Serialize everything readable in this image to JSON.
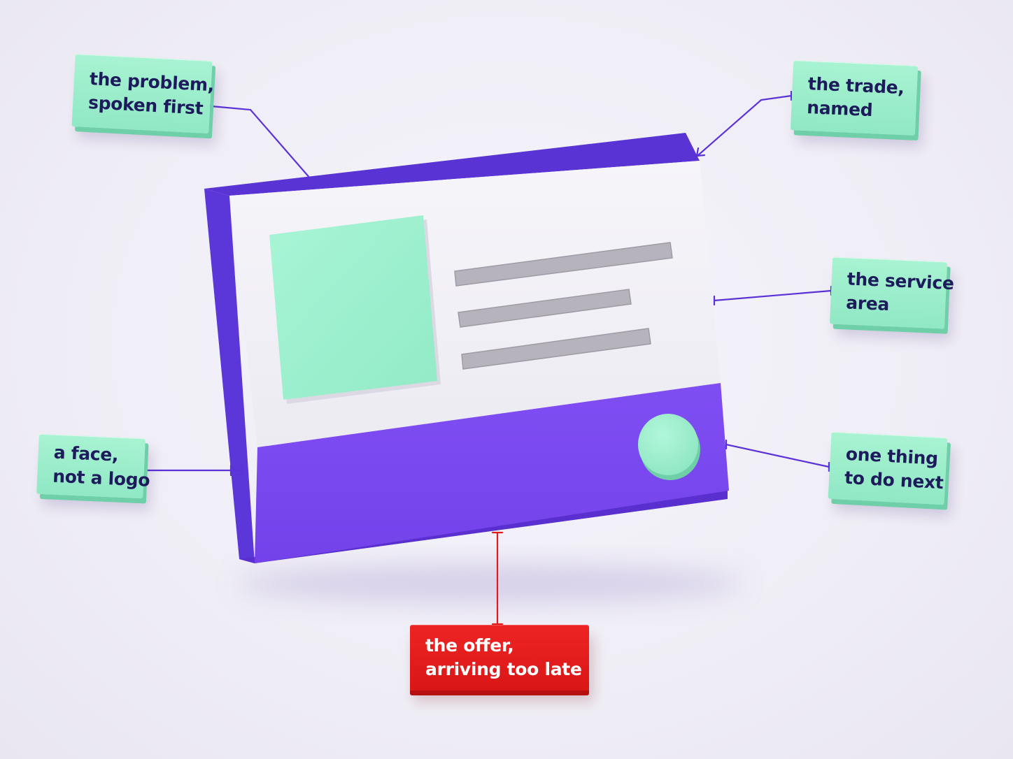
{
  "colors": {
    "card_side": "#5b35d6",
    "card_bottom": "#7a48f0",
    "card_face": "#f4f2f8",
    "accent_mint": "#9ef0cf",
    "text_bar": "#b4b1bb",
    "connector": "#5a32d8",
    "warning_red": "#e01b1b"
  },
  "labels": {
    "problem": {
      "line1": "the problem,",
      "line2": "spoken first"
    },
    "trade": {
      "line1": "the trade,",
      "line2": "named"
    },
    "service": {
      "line1": "the service",
      "line2": "area"
    },
    "face": {
      "line1": "a face,",
      "line2": "not a logo"
    },
    "next": {
      "line1": "one thing",
      "line2": "to do next"
    },
    "offer": {
      "line1": "the offer,",
      "line2": "arriving too late"
    }
  }
}
